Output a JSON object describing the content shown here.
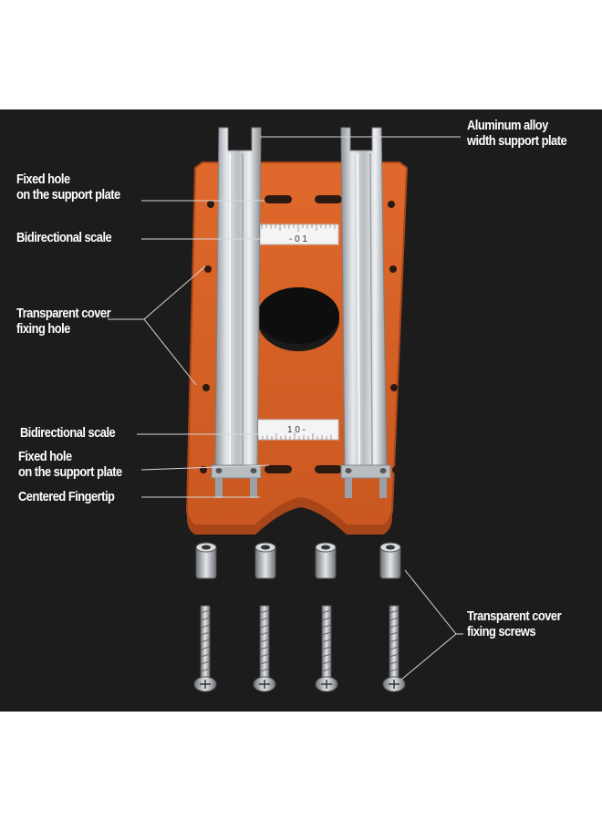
{
  "callouts": {
    "aluminum_line1": "Aluminum alloy",
    "aluminum_line2": "width support plate",
    "fixed_hole_top_line1": "Fixed hole",
    "fixed_hole_top_line2": "on the support plate",
    "scale_top": "Bidirectional scale",
    "cover_hole_line1": "Transparent cover",
    "cover_hole_line2": "fixing hole",
    "scale_bottom": "Bidirectional scale",
    "fixed_hole_bottom_line1": "Fixed hole",
    "fixed_hole_bottom_line2": "on the support plate",
    "centered_fingertip": "Centered Fingertip",
    "cover_screws_line1": "Transparent cover",
    "cover_screws_line2": "fixing screws"
  },
  "scale_text": {
    "top": "‐ 0 1",
    "bottom": "1 0 ‐"
  },
  "colors": {
    "background": "#1c1c1c",
    "plate_orange": "#d9642a",
    "plate_edge": "#a8461a",
    "rail_aluminum": "#c9cdd1",
    "label_text": "#ffffff"
  }
}
